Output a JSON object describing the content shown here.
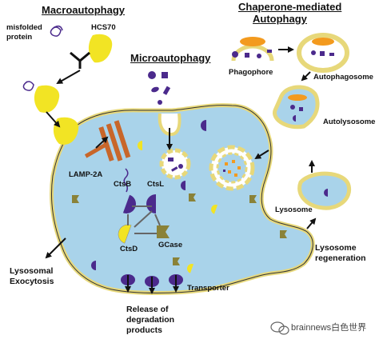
{
  "labels": {
    "macroautophagy": "Macroautophagy",
    "chaperone_title_line1": "Chaperone-mediated",
    "chaperone_title_line2": "Autophagy",
    "microautophagy": "Microautophagy",
    "misfolded_protein_line1": "misfolded",
    "misfolded_protein_line2": "protein",
    "hsc70": "HCS70",
    "lamp2a": "LAMP-2A",
    "ctsb": "CtsB",
    "ctsl": "CtsL",
    "ctsd": "CtsD",
    "gcase": "GCase",
    "phagophore": "Phagophore",
    "autophagosome": "Autophagosome",
    "autolysosome": "Autolysosome",
    "lysosome": "Lysosome",
    "lysosome_regeneration_line1": "Lysosome",
    "lysosome_regeneration_line2": "regeneration",
    "lysosomal_exocytosis_line1": "Lysosomal",
    "lysosomal_exocytosis_line2": "Exocytosis",
    "transporter": "Transporter",
    "release_line1": "Release of",
    "release_line2": "degradation",
    "release_line3": "products",
    "watermark": "brainnews白色世界"
  },
  "colors": {
    "lysosome_fill": "#a9d3ea",
    "membrane": "#e7d87a",
    "outline": "#333333",
    "chaperone_yellow": "#f2e424",
    "enzyme_purple": "#4b2a8c",
    "lamp_orange": "#c8662a",
    "orange_cargo": "#f39a1e",
    "olive_cargo": "#8a8238"
  },
  "icons": [
    "wechat-icon"
  ]
}
